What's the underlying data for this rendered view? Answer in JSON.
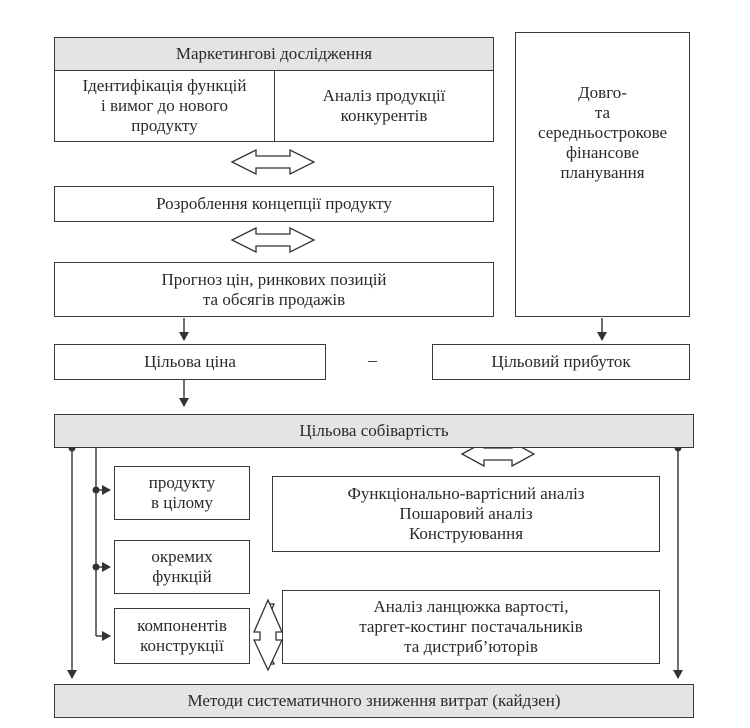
{
  "marketing_research": "Маркетингові дослідження",
  "identification": "Ідентифікація функцій\nі вимог до нового\nпродукту",
  "competitor_analysis": "Аналіз продукції\nконкурентів",
  "financial_planning": "Довго-\nта\nсередньострокове\nфінансове\nпланування",
  "product_concept": "Розроблення концепції продукту",
  "forecast": "Прогноз цін, ринкових позицій\nта обсягів продажів",
  "target_price": "Цільова ціна",
  "minus_sign": "–",
  "target_profit": "Цільовий прибуток",
  "target_cost": "Цільова собівартість",
  "product_whole": "продукту\nв цілому",
  "separate_functions": "окремих\nфункцій",
  "design_components": "компонентів\nконструкції",
  "methods_list": "Функціонально-вартісний аналіз\nПошаровий аналіз\nКонструювання",
  "value_chain": "Аналіз ланцюжка вартості,\nтаргет-костинг постачальників\nта дистриб’юторів",
  "kaizen": "Методи систематичного зниження витрат (кайдзен)"
}
